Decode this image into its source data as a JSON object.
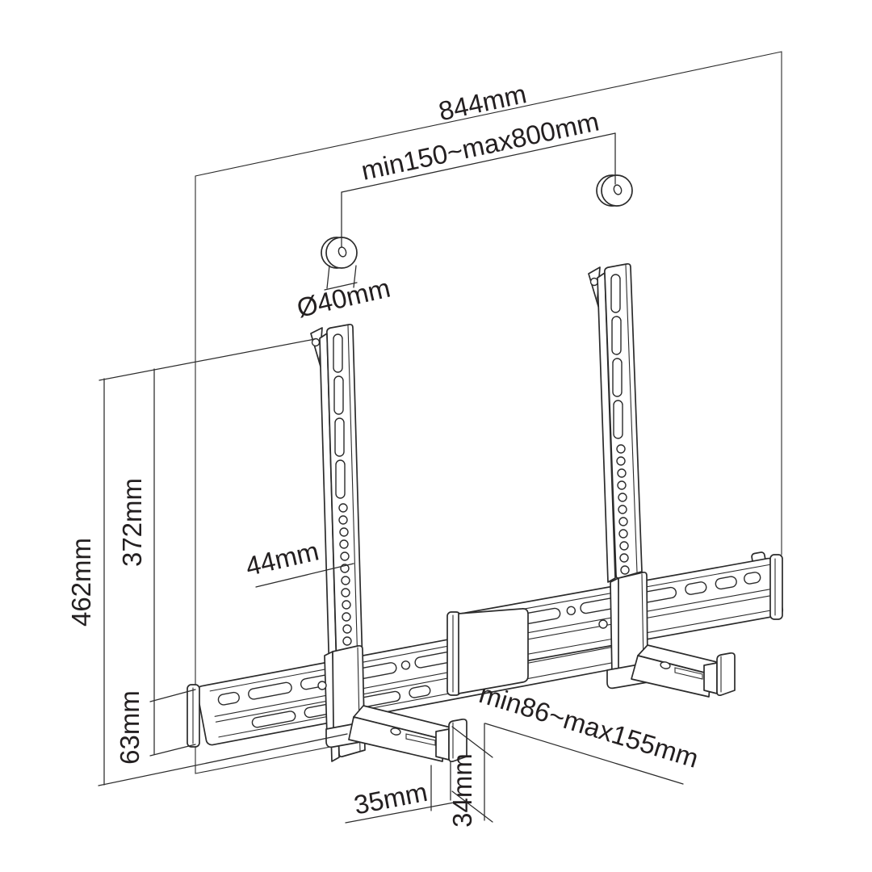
{
  "diagram": {
    "type": "technical-dimension-drawing",
    "subject": "universal soundbar wall-mount bracket kit, isometric view with dimensions",
    "background_color": "#ffffff",
    "line_color": "#2b2b2b",
    "text_color": "#231f20"
  },
  "labels": {
    "total_width": "844mm",
    "wall_hole_spacing": "min150~max800mm",
    "spacer_diameter": "Ø40mm",
    "bracket_width": "44mm",
    "total_height": "462mm",
    "bracket_height": "372mm",
    "rail_height": "63mm",
    "arm_tip_width": "35mm",
    "arm_lip_height": "34mm",
    "soundbar_depth_range": "min86~max155mm"
  }
}
